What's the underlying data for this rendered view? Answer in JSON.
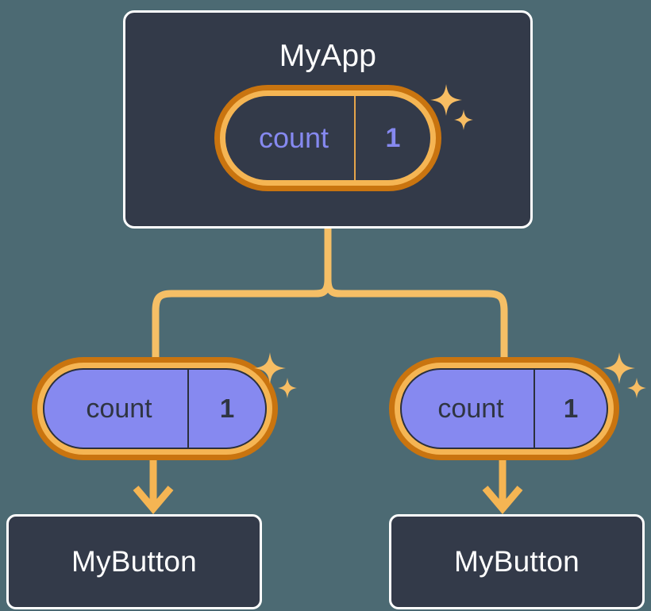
{
  "diagram": {
    "type": "component-state-tree",
    "title": "MyApp state shared with two MyButton children",
    "background_color": "#4c6a73"
  },
  "colors": {
    "background": "#4c6a73",
    "box_fill": "#333a49",
    "box_border": "#ffffff",
    "pill_outer_ring": "#c9740f",
    "pill_inner_ring": "#f5b553",
    "pill_purple_fill": "#8689f0",
    "pill_dark_fill": "#333a49",
    "state_text_purple": "#8689f0",
    "state_text_dark": "#2f3542",
    "connector": "#f5bf66",
    "sparkle": "#f7bd63"
  },
  "root": {
    "label": "MyApp",
    "state": {
      "key": "count",
      "value": "1"
    },
    "sparkle_icon": "sparkles-icon"
  },
  "children": [
    {
      "label": "MyButton",
      "state": {
        "key": "count",
        "value": "1"
      },
      "sparkle_icon": "sparkles-icon"
    },
    {
      "label": "MyButton",
      "state": {
        "key": "count",
        "value": "1"
      },
      "sparkle_icon": "sparkles-icon"
    }
  ]
}
